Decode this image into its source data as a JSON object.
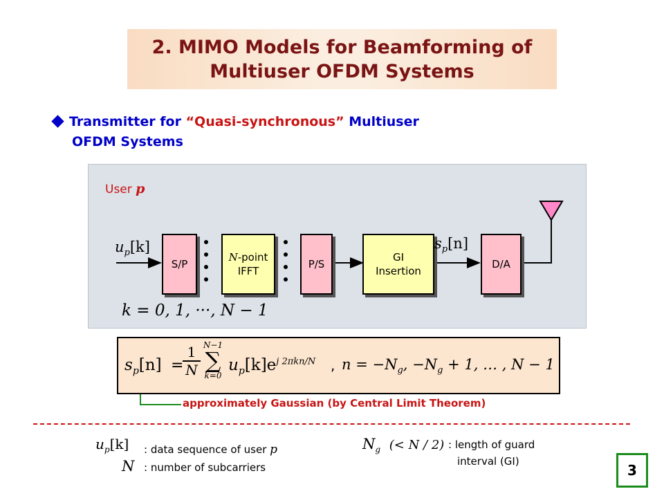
{
  "title": {
    "line1": "2. MIMO Models for Beamforming of",
    "line2": "Multiuser OFDM Systems"
  },
  "bullet": {
    "part1": "Transmitter for ",
    "quoted": "“Quasi-synchronous”",
    "part2": " Multiuser",
    "line2": "OFDM Systems"
  },
  "diagram": {
    "user_label": "User ",
    "user_var": "p",
    "input_signal": "u",
    "input_sub": "p",
    "input_idx": "[k]",
    "blocks": {
      "sp": "S/P",
      "ifft_var": "N",
      "ifft_l1": "-point",
      "ifft_l2": "IFFT",
      "ps": "P/S",
      "gi_l1": "GI",
      "gi_l2": "Insertion",
      "da": "D/A"
    },
    "output_signal": "s",
    "output_sub": "p",
    "output_idx": "[n]",
    "k_range": "k = 0, 1, ···, N − 1"
  },
  "formula": {
    "lhs": "s",
    "lhs_sub": "p",
    "lhs_idx": "[n]",
    "eq": "=",
    "frac_num": "1",
    "frac_den": "N",
    "sum_top": "N−1",
    "sum_bot": "k=0",
    "term": "u",
    "term_sub": "p",
    "term_idx": "[k]e",
    "exp": "j 2πkn/N",
    "comma": ",",
    "range": "n = −N",
    "range_sub": "g",
    "range2": ", −N",
    "range2_sub": "g",
    "range3": " + 1, … , N − 1"
  },
  "gauss_note": "approximately Gaussian (by Central Limit Theorem)",
  "legend": {
    "up_sym": "u",
    "up_sub": "p",
    "up_idx": "[k]",
    "up_desc": ": data sequence of user ",
    "up_var": "p",
    "n_sym": "N",
    "n_desc": ": number of subcarriers",
    "ng_sym": "N",
    "ng_sub": "g",
    "ng_cond": "(< N / 2)",
    "ng_desc1": ": length of guard",
    "ng_desc2": "interval (GI)"
  },
  "page_number": "3",
  "colors": {
    "title_text": "#7a1414",
    "bullet_text": "#0000c8",
    "accent_red": "#c81414",
    "block_pink": "#ffc0cb",
    "block_yellow": "#ffffb0",
    "arrow_green": "#1a8c1a"
  }
}
